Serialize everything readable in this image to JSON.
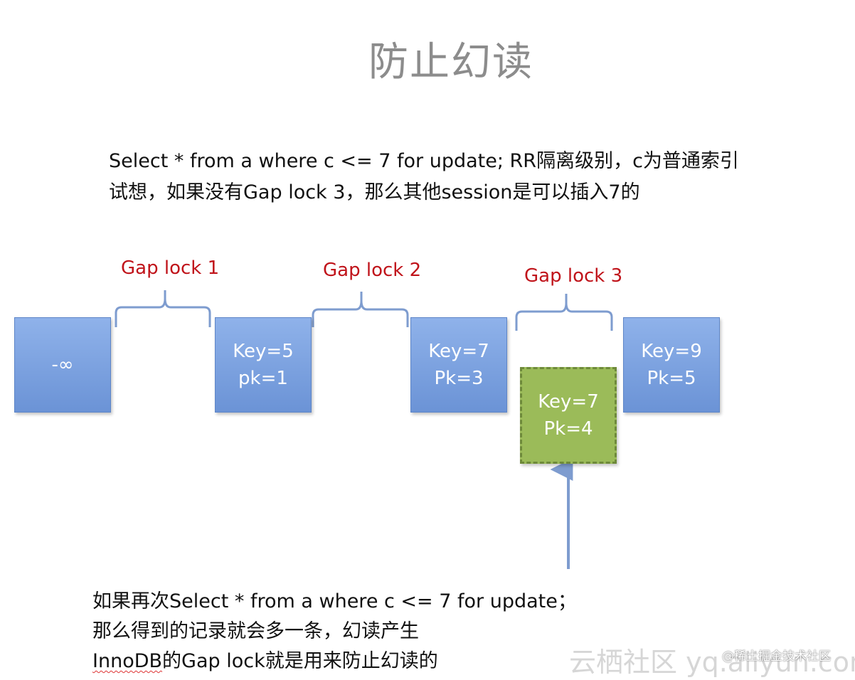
{
  "title": "防止幻读",
  "description": {
    "line1": "Select * from a where c <= 7 for update; RR隔离级别，c为普通索引",
    "line2": "试想，如果没有Gap lock 3，那么其他session是可以插入7的"
  },
  "gap_locks": [
    "Gap lock 1",
    "Gap lock 2",
    "Gap lock 3"
  ],
  "records": [
    {
      "line1": "-∞",
      "line2": ""
    },
    {
      "line1": "Key=5",
      "line2": "pk=1"
    },
    {
      "line1": "Key=7",
      "line2": "Pk=3"
    },
    {
      "line1": "Key=9",
      "line2": "Pk=5"
    }
  ],
  "inserted_record": {
    "line1": "Key=7",
    "line2": "Pk=4"
  },
  "conclusion": {
    "line1": "如果再次Select * from a where c <= 7 for update；",
    "line2": "那么得到的记录就会多一条，幻读产生",
    "line3_word": "InnoDB",
    "line3_rest": "的Gap lock就是用来防止幻读的"
  },
  "watermark": "云栖社区 yq.aliyun.com",
  "watermark_small": "@稀土掘金技术社区",
  "colors": {
    "record_box": "#7ca1e0",
    "inserted_box": "#9bbb59",
    "gap_label": "#c0131a",
    "title": "#8c8c8c",
    "bracket": "#7e9ccf"
  }
}
